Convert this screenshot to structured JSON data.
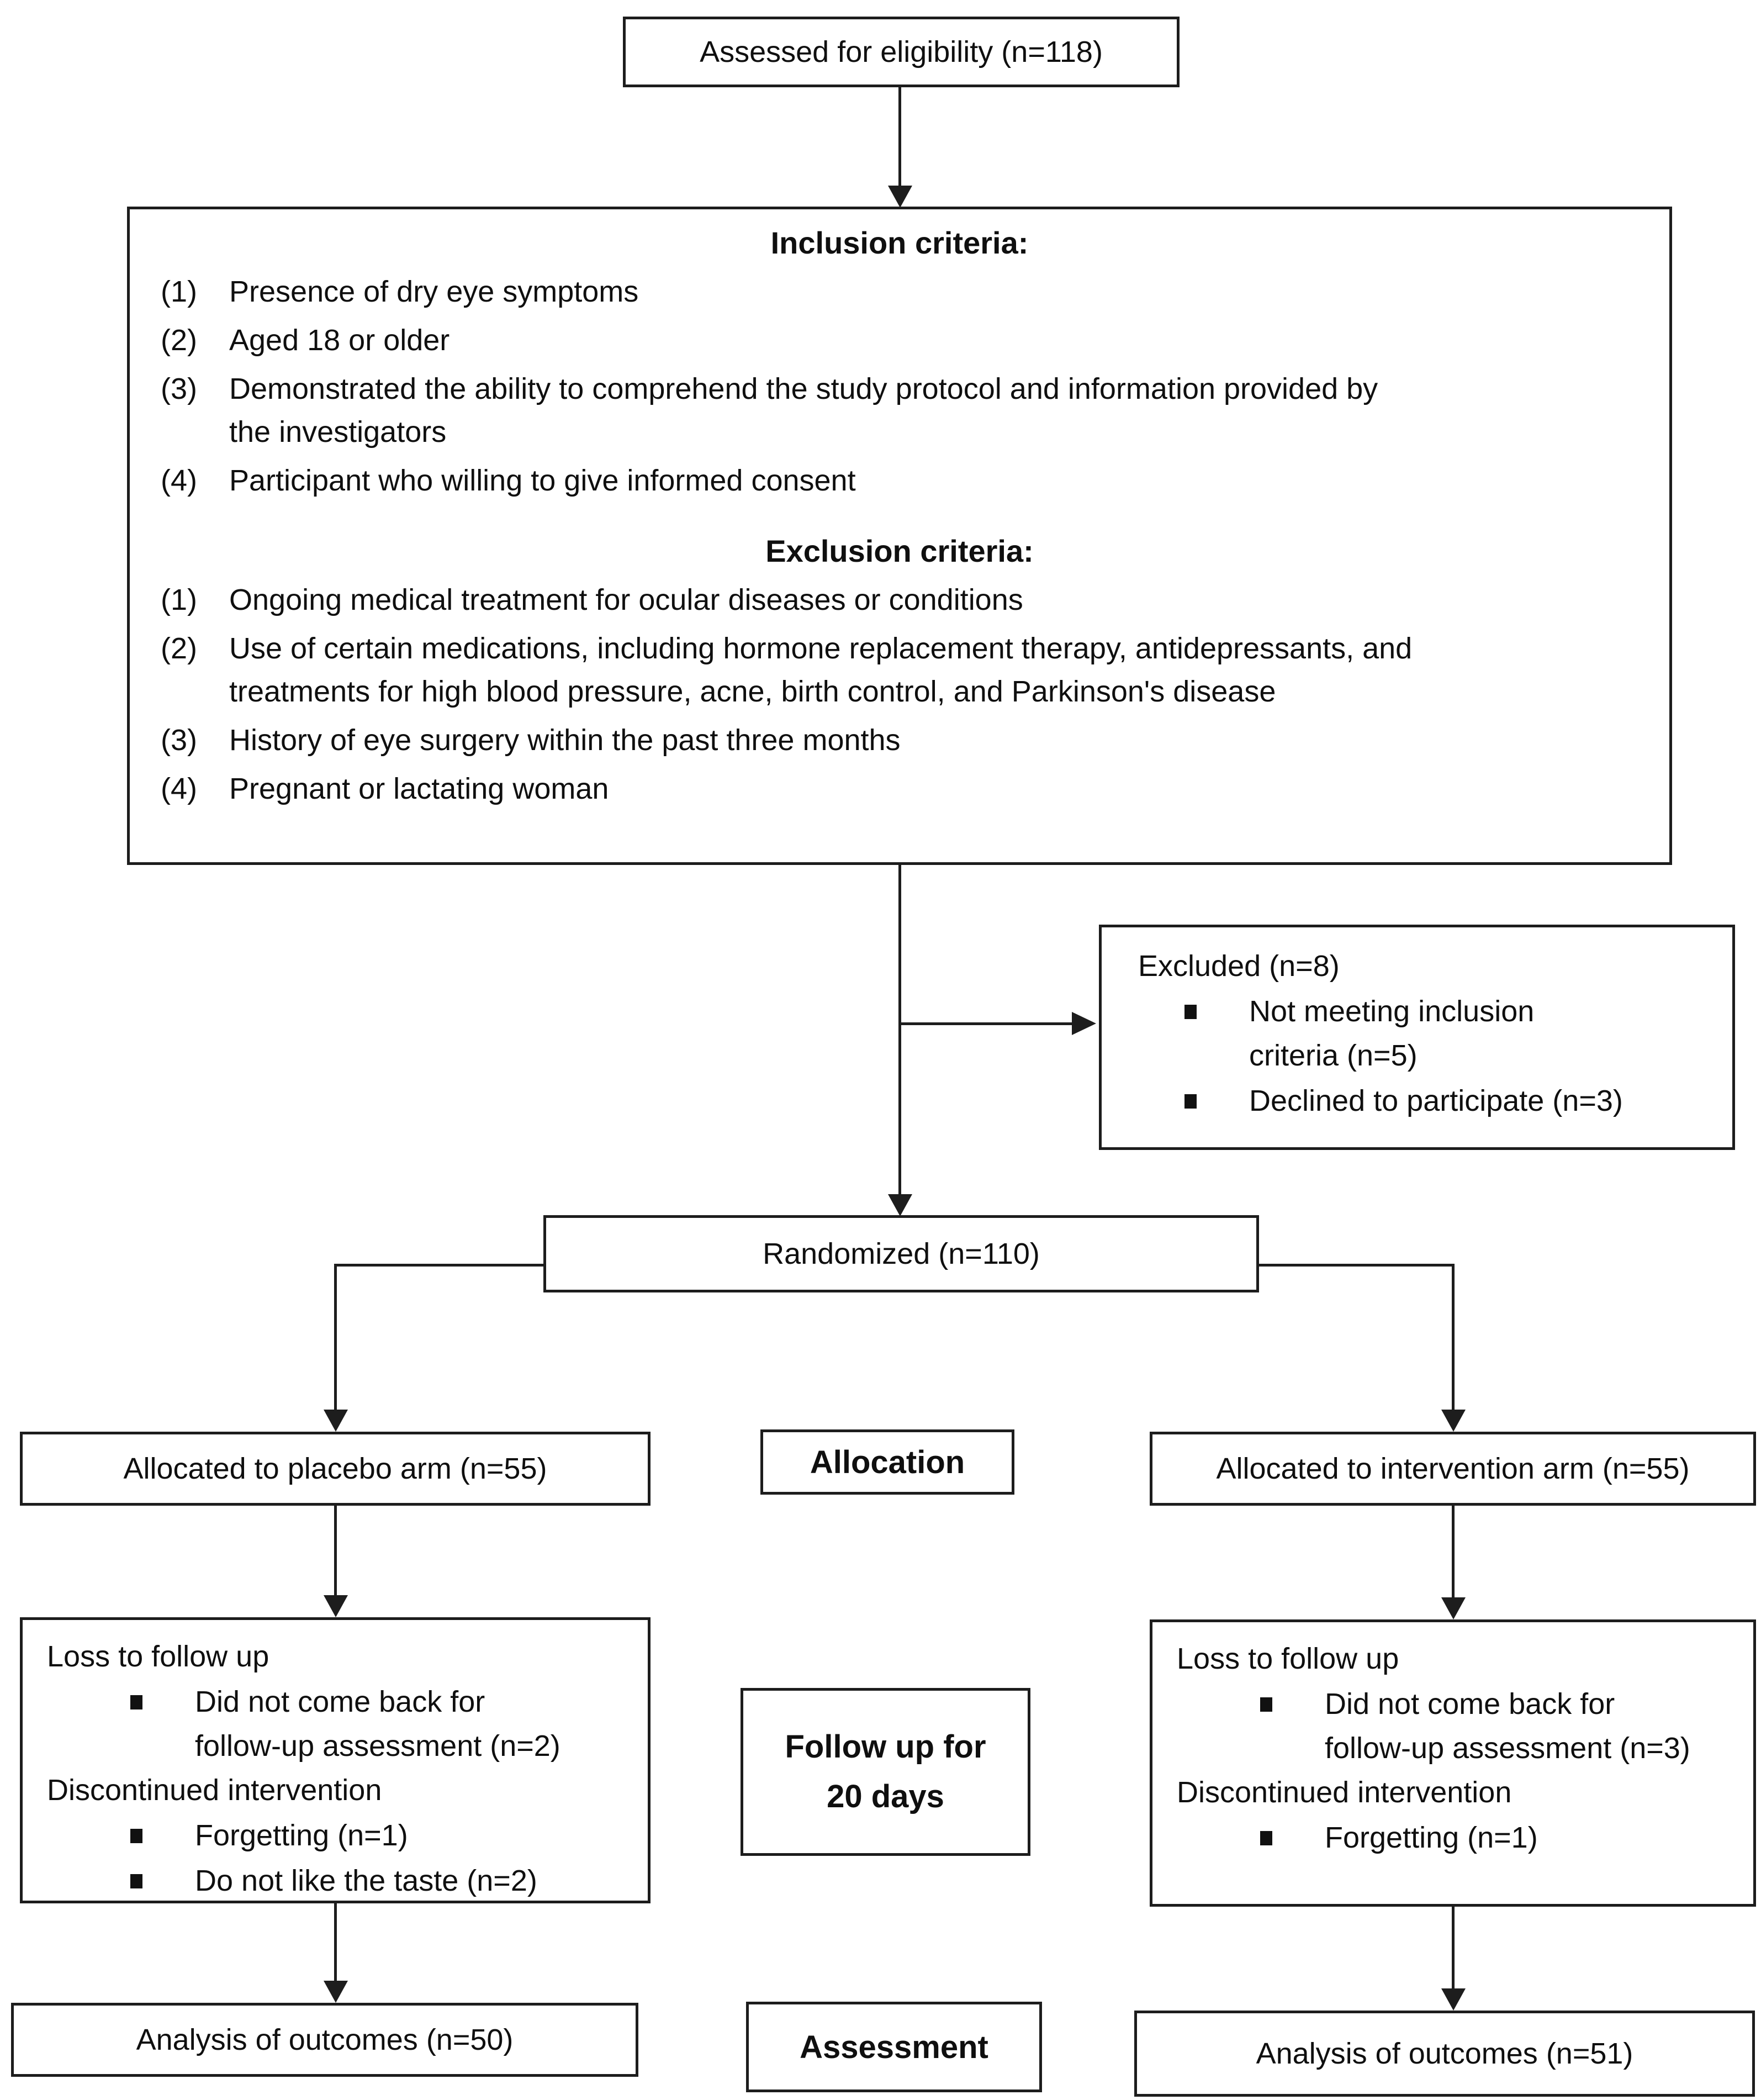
{
  "colors": {
    "border": "#1d1d1d",
    "text": "#0f0f0f",
    "background": "#ffffff",
    "bullet": "#111111"
  },
  "flow": {
    "assessed": {
      "label": "Assessed for eligibility (n=118)"
    },
    "criteria": {
      "inclusion_title": "Inclusion criteria:",
      "inclusion_items": [
        {
          "num": "(1)",
          "lines": [
            "Presence of dry eye symptoms"
          ]
        },
        {
          "num": "(2)",
          "lines": [
            "Aged 18 or older"
          ]
        },
        {
          "num": "(3)",
          "lines": [
            "Demonstrated the ability to comprehend the study protocol and information provided by",
            "the investigators"
          ]
        },
        {
          "num": "(4)",
          "lines": [
            "Participant who willing to give informed consent"
          ]
        }
      ],
      "exclusion_title": "Exclusion criteria:",
      "exclusion_items": [
        {
          "num": "(1)",
          "lines": [
            "Ongoing medical treatment for ocular diseases or conditions"
          ]
        },
        {
          "num": "(2)",
          "lines": [
            "Use of certain medications, including hormone replacement therapy, antidepressants, and",
            "treatments for high blood pressure, acne, birth control, and Parkinson's disease"
          ]
        },
        {
          "num": "(3)",
          "lines": [
            "History of eye surgery within the past three months"
          ]
        },
        {
          "num": "(4)",
          "lines": [
            "Pregnant or lactating woman"
          ]
        }
      ]
    },
    "excluded": {
      "title": "Excluded (n=8)",
      "bullets": [
        {
          "lines": [
            "Not meeting inclusion",
            "criteria (n=5)"
          ]
        },
        {
          "lines": [
            "Declined to participate (n=3)"
          ]
        }
      ]
    },
    "randomized": {
      "label": "Randomized (n=110)"
    },
    "allocation": {
      "placebo": {
        "label": "Allocated to placebo arm (n=55)"
      },
      "stage_label": "Allocation",
      "intervention": {
        "label": "Allocated to intervention arm (n=55)"
      }
    },
    "followup": {
      "placebo": {
        "heading1": "Loss to follow up",
        "bullet1": {
          "lines": [
            "Did not come back for",
            "follow-up assessment (n=2)"
          ]
        },
        "heading2": "Discontinued intervention",
        "bullet2": {
          "lines": [
            "Forgetting (n=1)"
          ]
        },
        "bullet3": {
          "lines": [
            "Do not like the taste (n=2)"
          ]
        }
      },
      "stage_label_lines": [
        "Follow up for",
        "20 days"
      ],
      "intervention": {
        "heading1": "Loss to follow up",
        "bullet1": {
          "lines": [
            "Did not come back for",
            "follow-up assessment (n=3)"
          ]
        },
        "heading2": "Discontinued intervention",
        "bullet2": {
          "lines": [
            "Forgetting (n=1)"
          ]
        }
      }
    },
    "assessment": {
      "placebo": {
        "label": "Analysis of outcomes (n=50)"
      },
      "stage_label": "Assessment",
      "intervention": {
        "label": "Analysis of outcomes (n=51)"
      }
    }
  }
}
